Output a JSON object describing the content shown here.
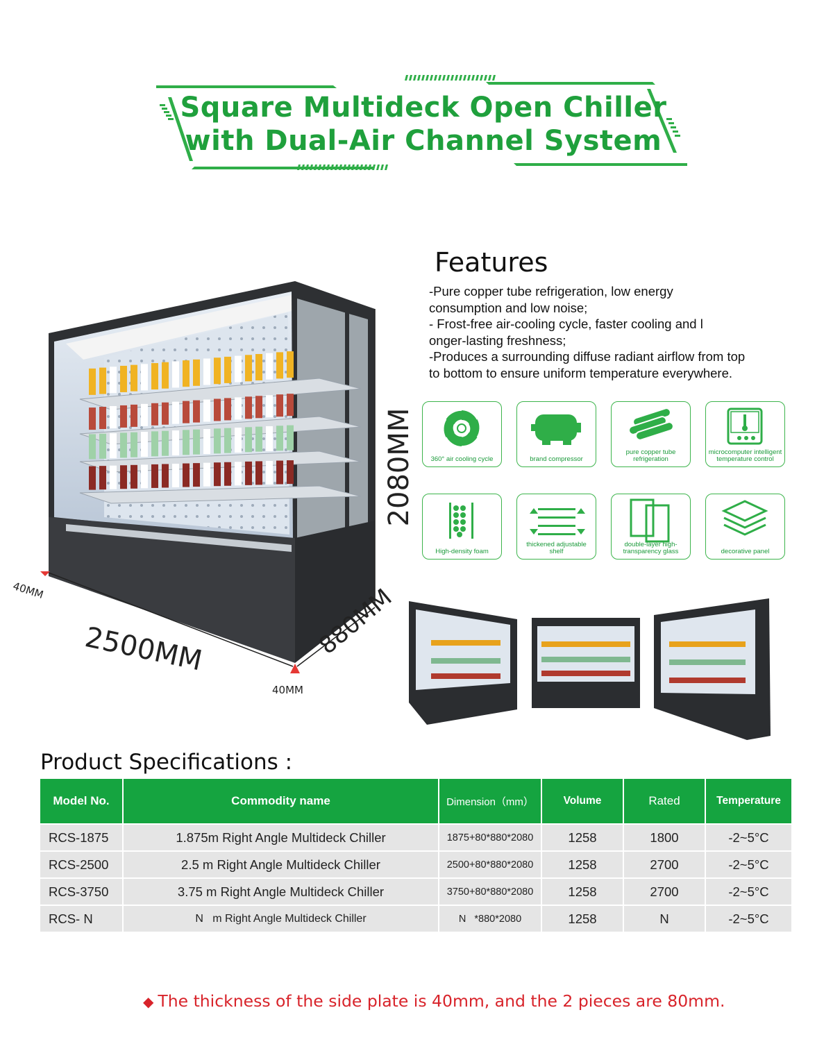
{
  "title": {
    "line1": "Square Multideck Open Chiller",
    "line2": "with Dual-Air Channel System"
  },
  "dimensions": {
    "height": "2080MM",
    "width": "2500MM",
    "depth": "880MM",
    "side_left": "40MM",
    "side_right": "40MM"
  },
  "features": {
    "heading": "Features",
    "lines": [
      "-Pure copper tube refrigeration, low energy",
      "consumption and low noise;",
      "- Frost-free air-cooling cycle, faster cooling and l",
      "onger-lasting freshness;",
      "-Produces a surrounding diffuse radiant airflow from top",
      "to bottom to ensure uniform temperature everywhere."
    ],
    "icons": [
      {
        "name": "air-cooling-icon",
        "label": "360° air cooling cycle"
      },
      {
        "name": "compressor-icon",
        "label": "brand compressor"
      },
      {
        "name": "copper-tube-icon",
        "label": "pure copper tube refrigeration"
      },
      {
        "name": "thermometer-icon",
        "label": "microcomputer intelligent temperature control"
      },
      {
        "name": "foam-icon",
        "label": "High-density foam"
      },
      {
        "name": "shelf-icon",
        "label": "thickened adjustable shelf"
      },
      {
        "name": "glass-icon",
        "label": "double-layer high-transparency glass"
      },
      {
        "name": "layers-icon",
        "label": "decorative panel"
      }
    ]
  },
  "specs": {
    "heading": "Product Specifications :",
    "columns": [
      "Model No.",
      "Commodity name",
      "Dimension（mm）",
      "Volume",
      "Rated",
      "Temperature"
    ],
    "rows": [
      [
        "RCS-1875",
        "1.875m Right Angle Multideck Chiller",
        "1875+80*880*2080",
        "1258",
        "1800",
        "-2~5°C"
      ],
      [
        "RCS-2500",
        "2.5 m Right Angle Multideck Chiller",
        "2500+80*880*2080",
        "1258",
        "2700",
        "-2~5°C"
      ],
      [
        "RCS-3750",
        "3.75 m Right Angle Multideck Chiller",
        "3750+80*880*2080",
        "1258",
        "2700",
        "-2~5°C"
      ],
      [
        "RCS- N",
        "N   m Right Angle Multideck Chiller",
        "N   *880*2080",
        "1258",
        "N",
        "-2~5°C"
      ]
    ]
  },
  "footnote": {
    "marker": "◆",
    "text": "The thickness of the side plate is 40mm, and the 2 pieces are 80mm."
  },
  "colors": {
    "brand_green": "#1fa03c",
    "table_header": "#15a440",
    "row_bg": "#e5e5e5",
    "footnote_red": "#d8232a"
  }
}
